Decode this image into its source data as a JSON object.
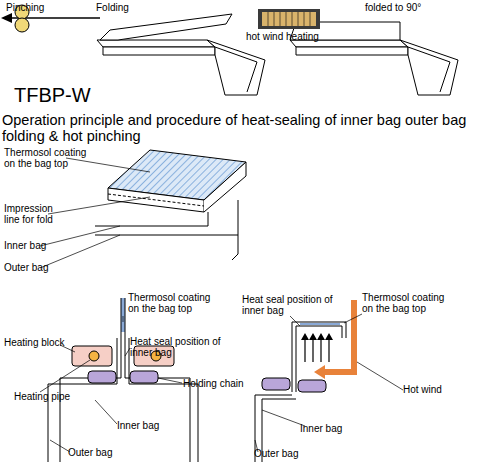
{
  "diagram": {
    "title": "TFBP-W",
    "caption": "Operation principle and procedure of heat-sealing of inner bag outer bag folding & hot pinching",
    "labels": [
      "Pinching",
      "Folding",
      "hot wind heating",
      "folded to 90°",
      "Thermosol coating on the bag top",
      "Impression line for fold",
      "Inner bag",
      "Outer bag",
      "Thermosol coating on the bag top",
      "Heating block",
      "Heat seal position of inner bag",
      "Heating pipe",
      "Holding chain",
      "Inner bag",
      "Outer bag",
      "Heat seal position of inner bag",
      "Thermosol coating on the bag top",
      "Hot wind",
      "Inner bag",
      "Outer bag"
    ]
  }
}
